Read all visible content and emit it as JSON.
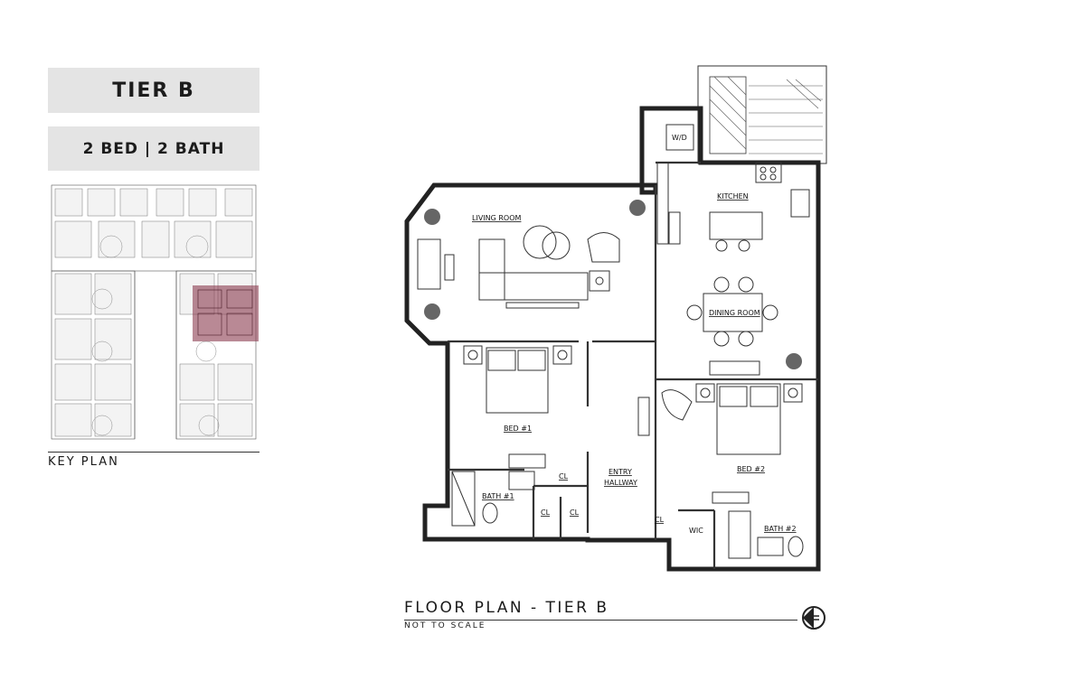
{
  "tier_title": "TIER B",
  "unit_summary": "2 BED | 2 BATH",
  "key_plan": {
    "label": "KEY PLAN",
    "highlight_color": "#8b3a4f"
  },
  "floor_plan": {
    "title": "FLOOR PLAN - TIER B",
    "subtitle": "NOT TO SCALE",
    "rooms": {
      "living_room": "LIVING ROOM",
      "kitchen": "KITCHEN",
      "dining_room": "DINING ROOM",
      "bed1": "BED #1",
      "bed2": "BED #2",
      "bath1": "BATH #1",
      "bath2": "BATH #2",
      "entry": "ENTRY",
      "hallway": "HALLWAY",
      "cl": "CL",
      "wic": "WIC",
      "wd": "W/D"
    }
  },
  "icons": {
    "north_arrow": "north-arrow-icon"
  }
}
